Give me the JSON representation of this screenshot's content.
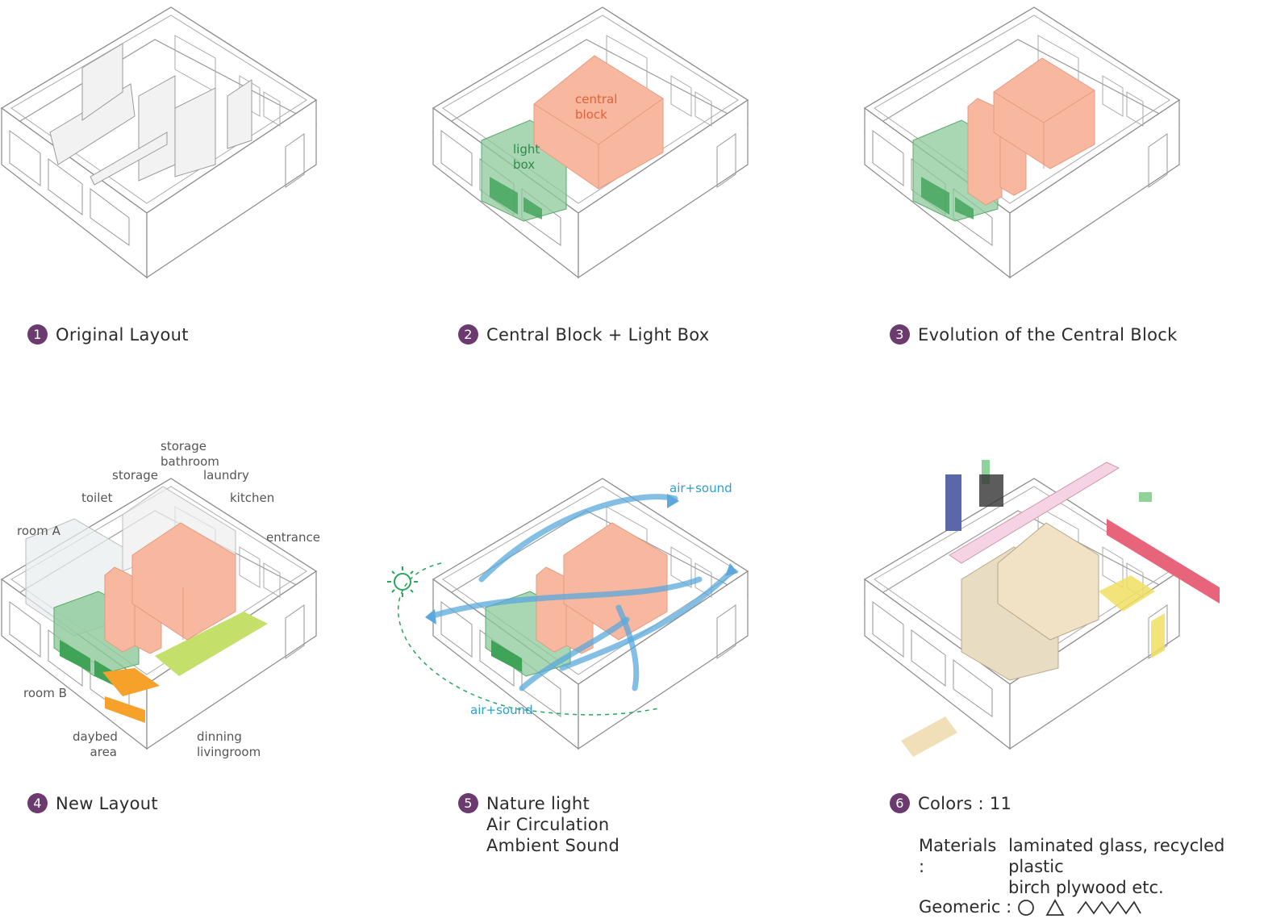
{
  "captions": {
    "c1": {
      "num": "1",
      "text": "Original Layout"
    },
    "c2": {
      "num": "2",
      "text": "Central Block + Light Box"
    },
    "c3": {
      "num": "3",
      "text": "Evolution of the Central Block"
    },
    "c4": {
      "num": "4",
      "text": "New Layout"
    },
    "c5": {
      "num": "5",
      "lines": [
        "Nature light",
        "Air Circulation",
        "Ambient Sound"
      ]
    },
    "c6": {
      "num": "6",
      "text": "Colors : 11"
    }
  },
  "materials": {
    "label": "Materials :",
    "line1": "laminated glass, recycled plastic",
    "line2": "birch plywood etc."
  },
  "geometric": {
    "label": "Geomeric :"
  },
  "diagram2_labels": {
    "central_a": "central",
    "central_b": "block",
    "light_a": "light",
    "light_b": "box"
  },
  "diagram4_labels": {
    "storage_top": "storage",
    "bathroom": "bathroom",
    "storage": "storage",
    "laundry": "laundry",
    "toilet": "toilet",
    "kitchen": "kitchen",
    "room_a": "room A",
    "entrance": "entrance",
    "room_b": "room B",
    "daybed": "daybed",
    "area": "area",
    "dinning": "dinning",
    "livingroom": "livingroom"
  },
  "diagram5_labels": {
    "air_top": "air+sound",
    "air_bottom": "air+sound"
  },
  "colors": {
    "number_badge": "#6b3a6e",
    "central_block": "#f7b89f",
    "light_box": "#8cc99a",
    "lime": "#c4e06a",
    "orange": "#f5a12a",
    "air": "#5aa8dc",
    "sun": "#2aa55a",
    "label_orange": "#e2603a",
    "label_green": "#2f8a4a",
    "label_blue": "#2a9fd4"
  }
}
